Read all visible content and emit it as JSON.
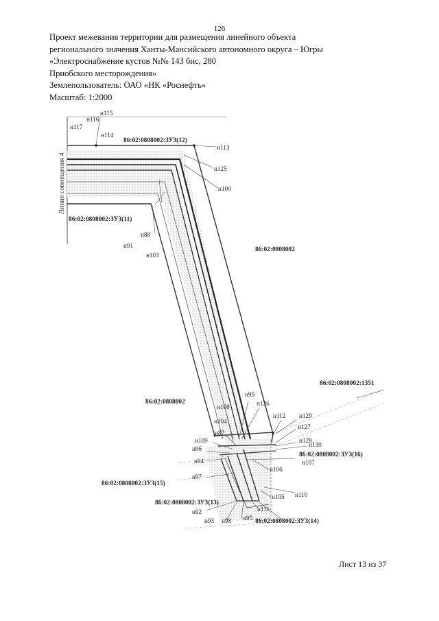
{
  "page_number": "126",
  "header": {
    "line1": "Проект межевания территории для размещения линейного объекта",
    "line2": "регионального значения Ханты-Мансийского автономного округа – Югры",
    "line3": "«Электроснабжение кустов №№ 143 бис, 280",
    "line4": "Приобского месторождения»",
    "line5": "Землепользователь: ОАО «НК «Роснефть»",
    "line6": "Масштаб: 1:2000"
  },
  "map": {
    "side_label": "Линия совмещения 4",
    "parcels": {
      "p1": "86:02:0808002",
      "p2": "86:02:0808002",
      "p3": "86:02:0808002:1351",
      "zu12": "86:02:0808002:ЗУ3(12)",
      "zu11": "86:02:0808002:ЗУ3(11)",
      "zu16": "86:02:0808002:ЗУ3(16)",
      "zu15": "86:02:0808002:ЗУ3(15)",
      "zu13": "86:02:0808002:ЗУ3(13)",
      "zu14": "86:02:0808002:ЗУ3(14)"
    },
    "points": {
      "n115": "н115",
      "n116": "н116",
      "n117": "н117",
      "n114": "н114",
      "n113": "н113",
      "n125": "н125",
      "n100": "н100",
      "n88": "н88",
      "n91": "н91",
      "n103": "н103",
      "n99": "н99",
      "n108": "н108",
      "n126": "н126",
      "n104": "н104",
      "n112": "н112",
      "n129": "н129",
      "n87": "н87",
      "n127": "н127",
      "n109": "н109",
      "n128": "н128",
      "n96": "н96",
      "n130": "н130",
      "n94": "н94",
      "n107": "н107",
      "n106": "н106",
      "n97": "н97",
      "n110": "н110",
      "n105": "н105",
      "n111": "н111",
      "n92": "н92",
      "n93": "н93",
      "n98": "н98",
      "n95": "н95"
    }
  },
  "footer": "Лист 13 из 37"
}
